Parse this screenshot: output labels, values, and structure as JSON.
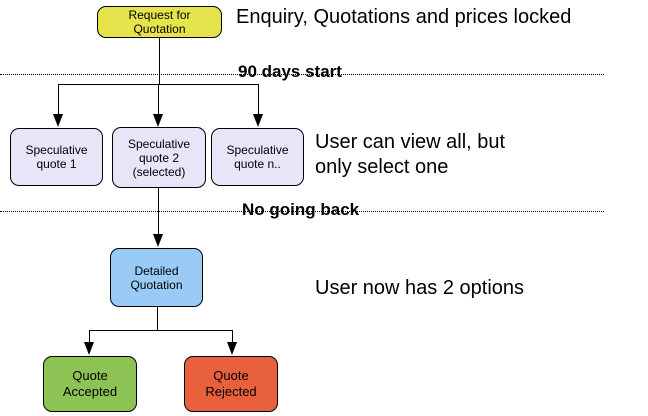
{
  "annotations": {
    "enquiry": "Enquiry, Quotations and prices locked",
    "days_start": "90 days start",
    "view_all": "User can view all, but\nonly select one",
    "no_going_back": "No going back",
    "two_options": "User now has 2 options"
  },
  "nodes": {
    "request": {
      "label": "Request for\nQuotation",
      "color": "#E5E44D"
    },
    "spec1": {
      "label": "Speculative\nquote 1",
      "color": "#E6E6F8"
    },
    "spec2": {
      "label": "Speculative\nquote 2\n(selected)",
      "color": "#E6E6F8"
    },
    "specn": {
      "label": "Speculative\nquote n..",
      "color": "#E6E6F8"
    },
    "detailed": {
      "label": "Detailed\nQuotation",
      "color": "#9ACBF7"
    },
    "accepted": {
      "label": "Quote\nAccepted",
      "color": "#8DC254"
    },
    "rejected": {
      "label": "Quote\nRejected",
      "color": "#E9603C"
    }
  },
  "colors": {
    "background": "#FFFFFF",
    "line": "#000000",
    "border": "#000000",
    "text": "#000000"
  }
}
